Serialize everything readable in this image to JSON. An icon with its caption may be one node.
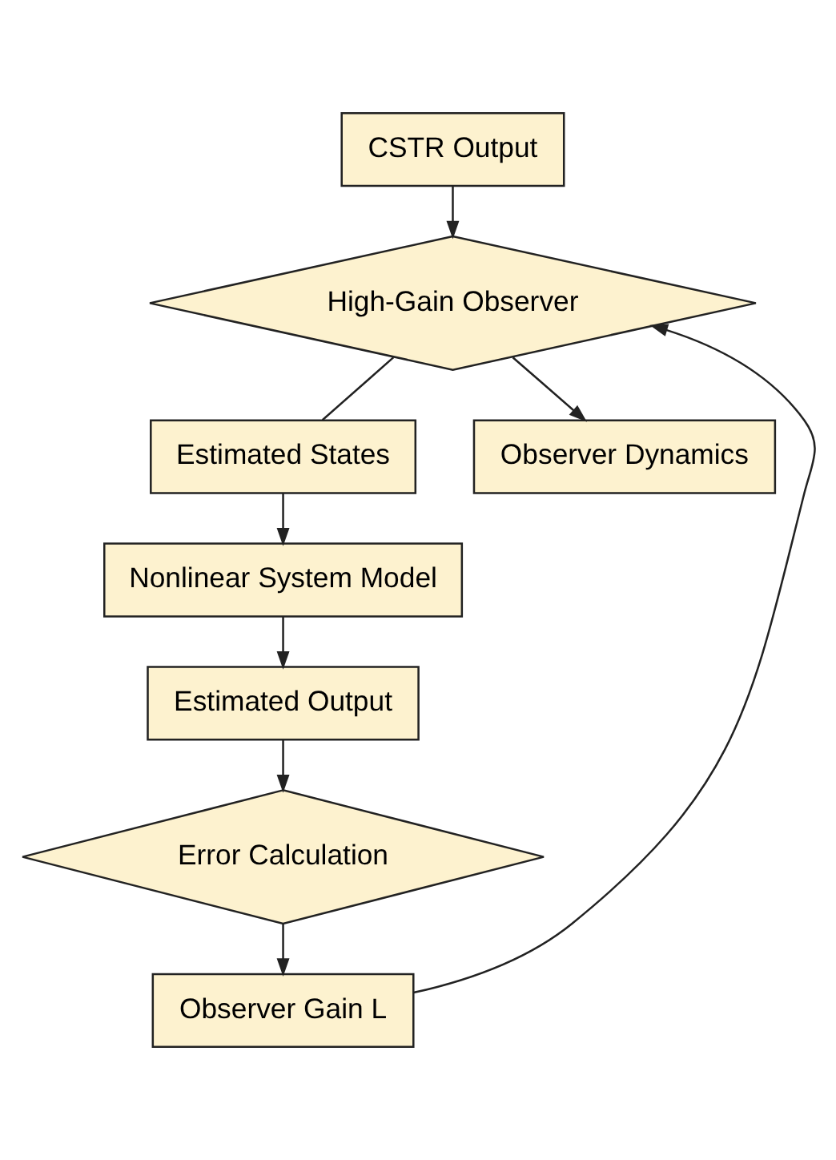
{
  "diagram": {
    "nodes": [
      {
        "text": [
          "CSTR Output"
        ]
      },
      {
        "text": [
          "High-Gain Observer"
        ]
      },
      {
        "text": [
          "Estimated States"
        ]
      },
      {
        "text": [
          "Observer Dynamics"
        ]
      },
      {
        "text": [
          "Nonlinear System Model"
        ]
      },
      {
        "text": [
          "Estimated Output"
        ]
      },
      {
        "text": [
          "Error Calculation"
        ]
      },
      {
        "text": [
          "Observer Gain L"
        ]
      }
    ],
    "edges": [
      {
        "from": 0,
        "to": 1,
        "arrow": "to"
      },
      {
        "from": 1,
        "to": 2,
        "arrow": "none"
      },
      {
        "from": 1,
        "to": 3,
        "arrow": "to"
      },
      {
        "from": 2,
        "to": 4,
        "arrow": "to"
      },
      {
        "from": 4,
        "to": 5,
        "arrow": "to"
      },
      {
        "from": 5,
        "to": 6,
        "arrow": "to"
      },
      {
        "from": 6,
        "to": 7,
        "arrow": "to"
      },
      {
        "from": 7,
        "to": 1,
        "arrow": "to"
      }
    ]
  }
}
